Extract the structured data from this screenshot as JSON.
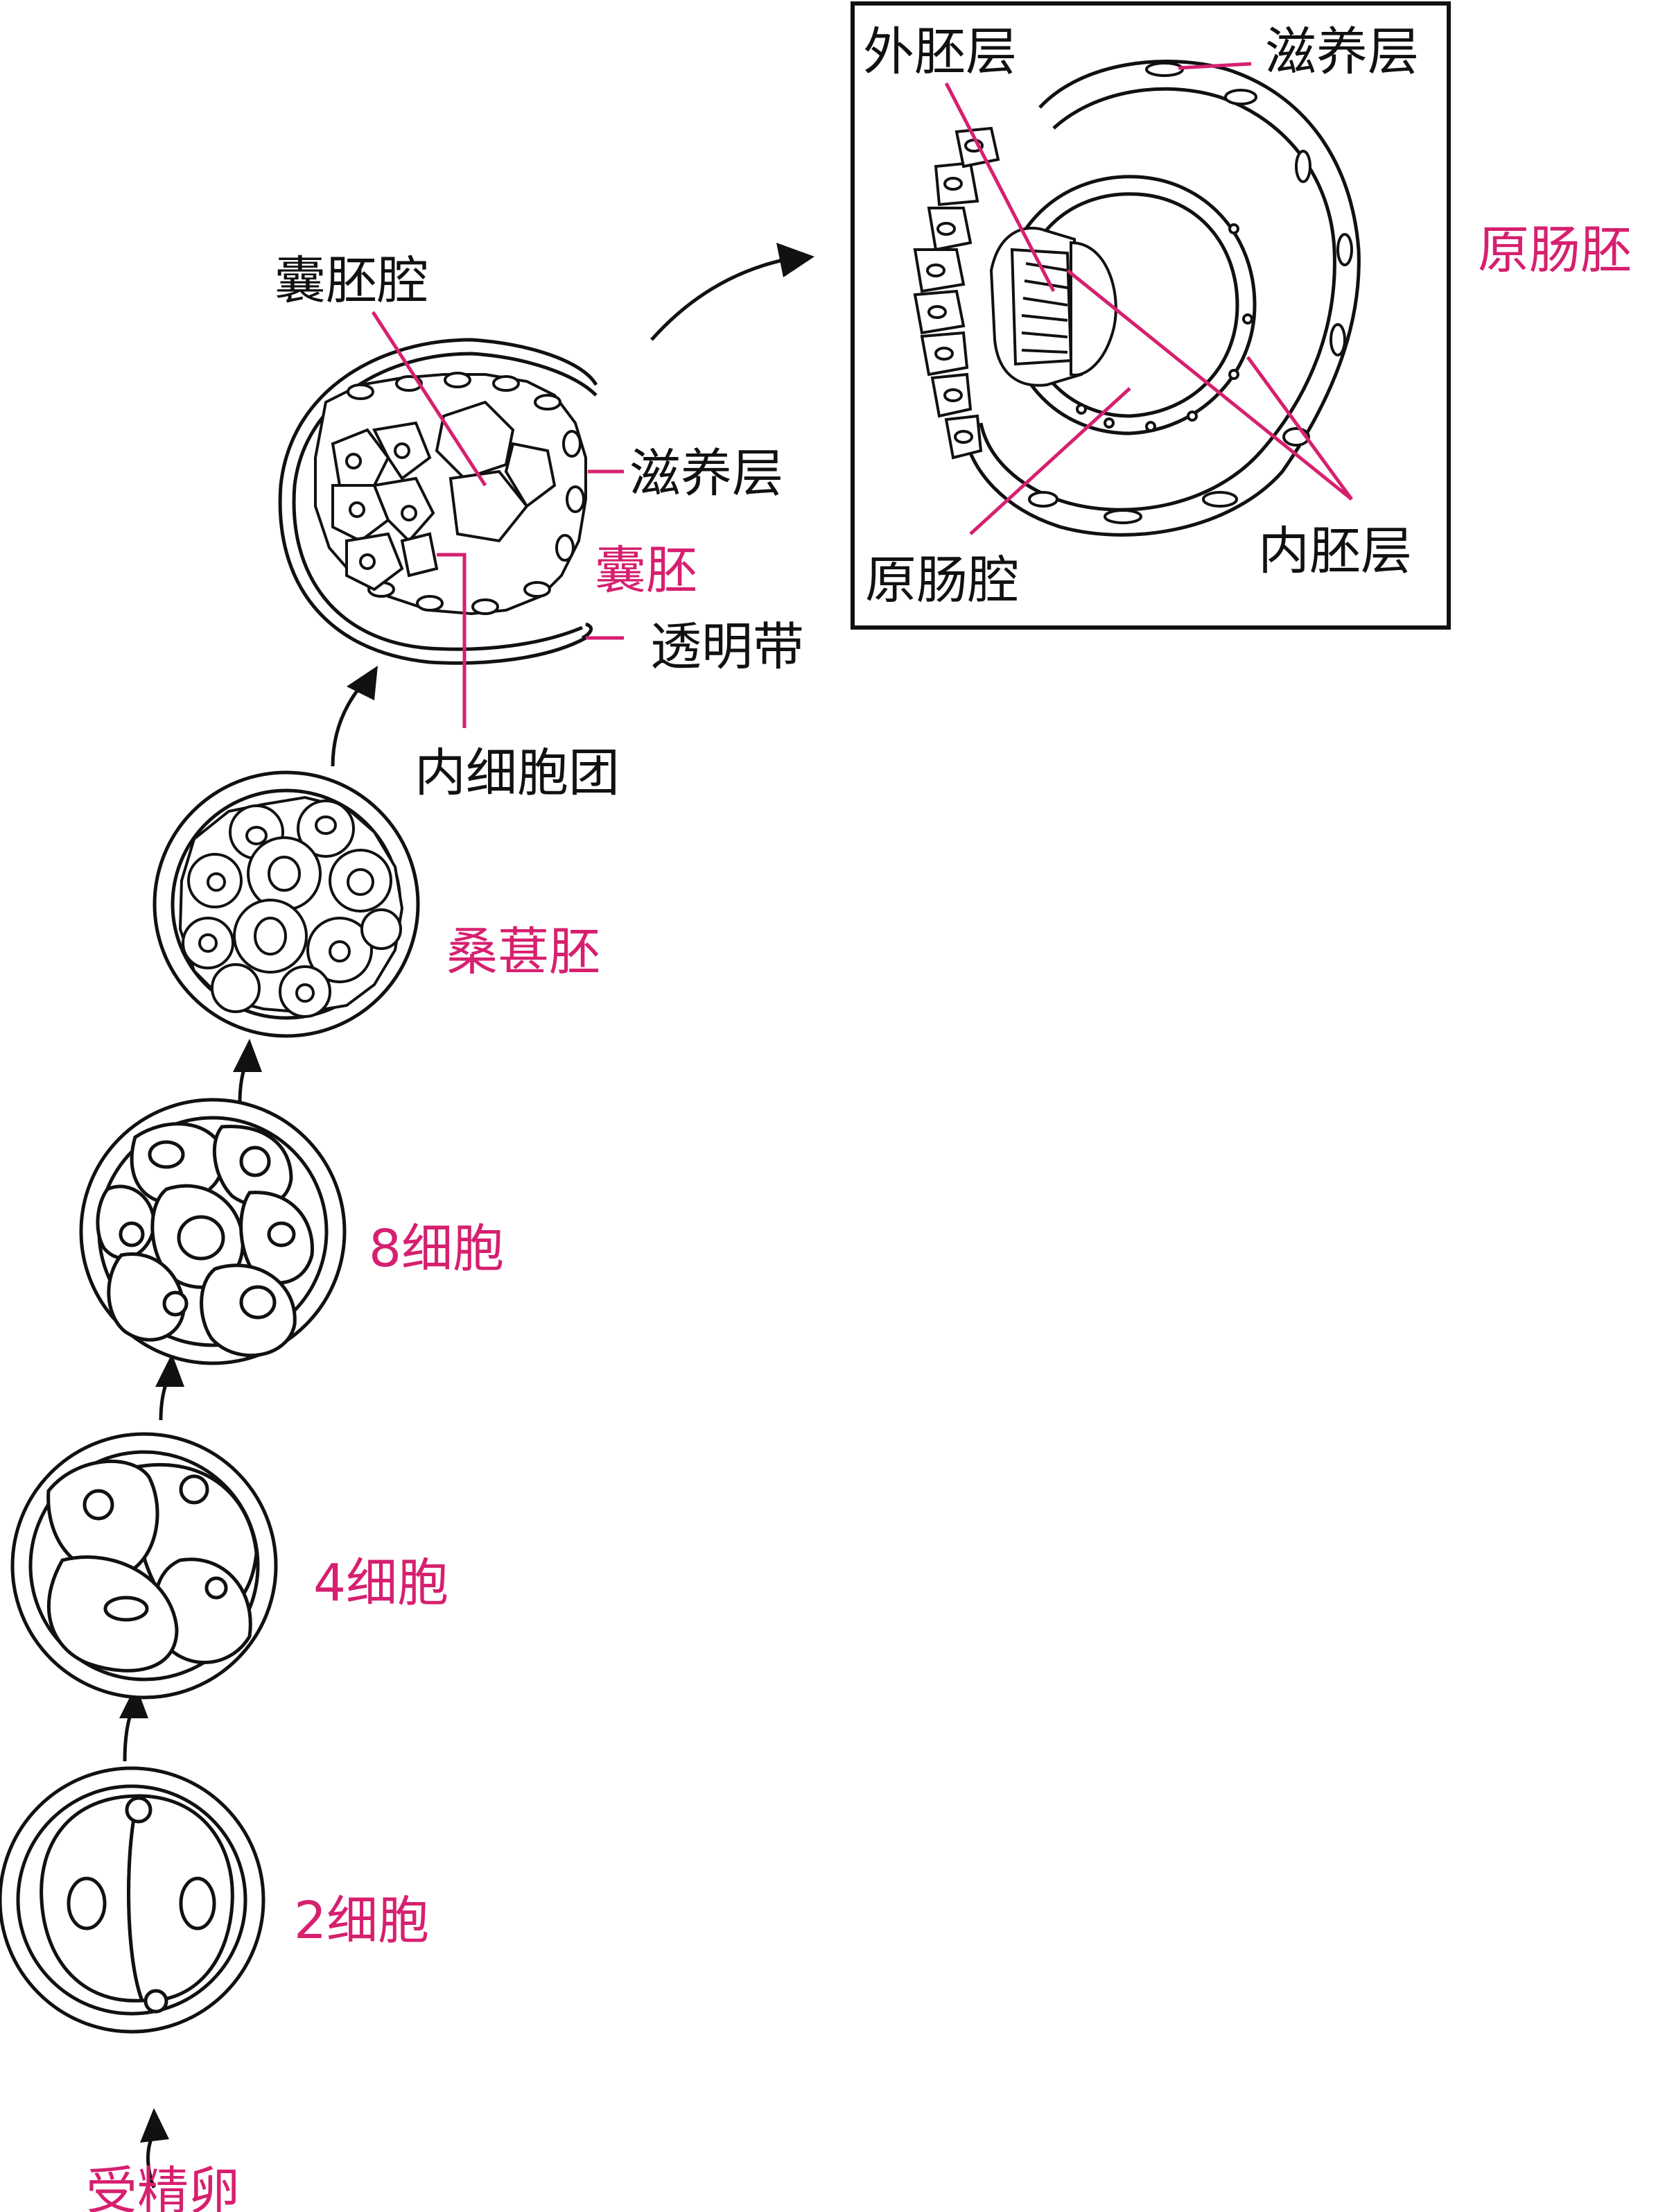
{
  "stages": {
    "zygote": "受精卵",
    "two_cell": "2细胞",
    "four_cell": "4细胞",
    "eight_cell": "8细胞",
    "morula": "桑葚胚",
    "blastocyst": "囊胚",
    "gastrula": "原肠胚"
  },
  "blastocyst_parts": {
    "cavity": "囊胚腔",
    "trophoblast": "滋养层",
    "zona_pellucida": "透明带",
    "inner_cell_mass": "内细胞团"
  },
  "gastrula_parts": {
    "ectoderm": "外胚层",
    "trophoblast": "滋养层",
    "archenteron": "原肠腔",
    "endoderm": "内胚层"
  },
  "colors": {
    "stage_label": "#d6206f",
    "part_label": "#111111",
    "leader_line": "#d6206f"
  }
}
